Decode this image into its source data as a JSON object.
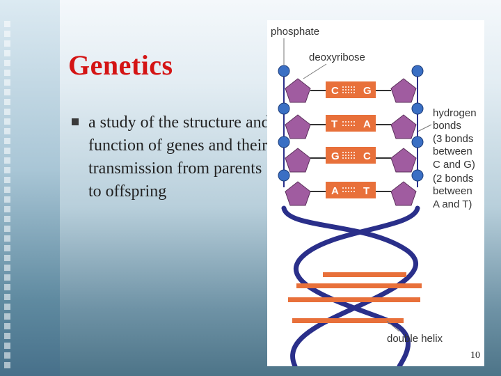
{
  "slide": {
    "title": "Genetics",
    "bullet_text": "a study of the structure and function of genes and their transmission from parents to offspring",
    "slide_number": "10"
  },
  "diagram": {
    "labels": {
      "phosphate": "phosphate",
      "deoxyribose": "deoxyribose",
      "hydrogen_bonds": [
        "hydrogen",
        "bonds",
        "(3 bonds",
        "between",
        "C and G)",
        "(2 bonds",
        "between",
        "A and T)"
      ],
      "double_helix": "double helix"
    },
    "base_pairs": [
      {
        "left": "C",
        "right": "G"
      },
      {
        "left": "T",
        "right": "A"
      },
      {
        "left": "G",
        "right": "C"
      },
      {
        "left": "A",
        "right": "T"
      }
    ],
    "colors": {
      "title": "#d41414",
      "pentagon": "#a05ca0",
      "phosphate": "#3a6fc4",
      "base_bar": "#e8703a",
      "backbone": "#2a2f8a"
    }
  }
}
